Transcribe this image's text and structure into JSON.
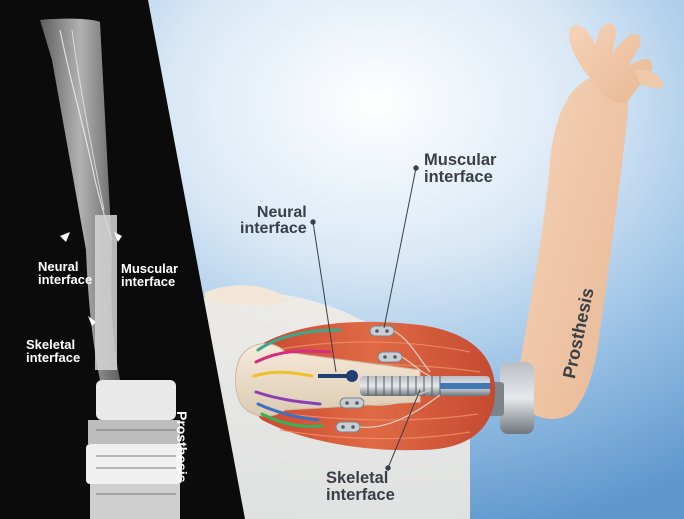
{
  "labels": {
    "xray_neural": "Neural\ninterface",
    "xray_muscular": "Muscular\ninterface",
    "xray_skeletal": "Skeletal\ninterface",
    "xray_prosthesis": "Prosthesis",
    "main_neural": "Neural\ninterface",
    "main_muscular": "Muscular\ninterface",
    "main_skeletal": "Skeletal\ninterface",
    "main_prosthesis": "Prosthesis"
  },
  "colors": {
    "xray_bg": "#0b0b0b",
    "sky_blue": "#6fa3d4",
    "muscle_red": "#d8553a",
    "skin": "#efc7a8",
    "metal": "#8a8f96",
    "label_dark": "#3a3f47"
  }
}
